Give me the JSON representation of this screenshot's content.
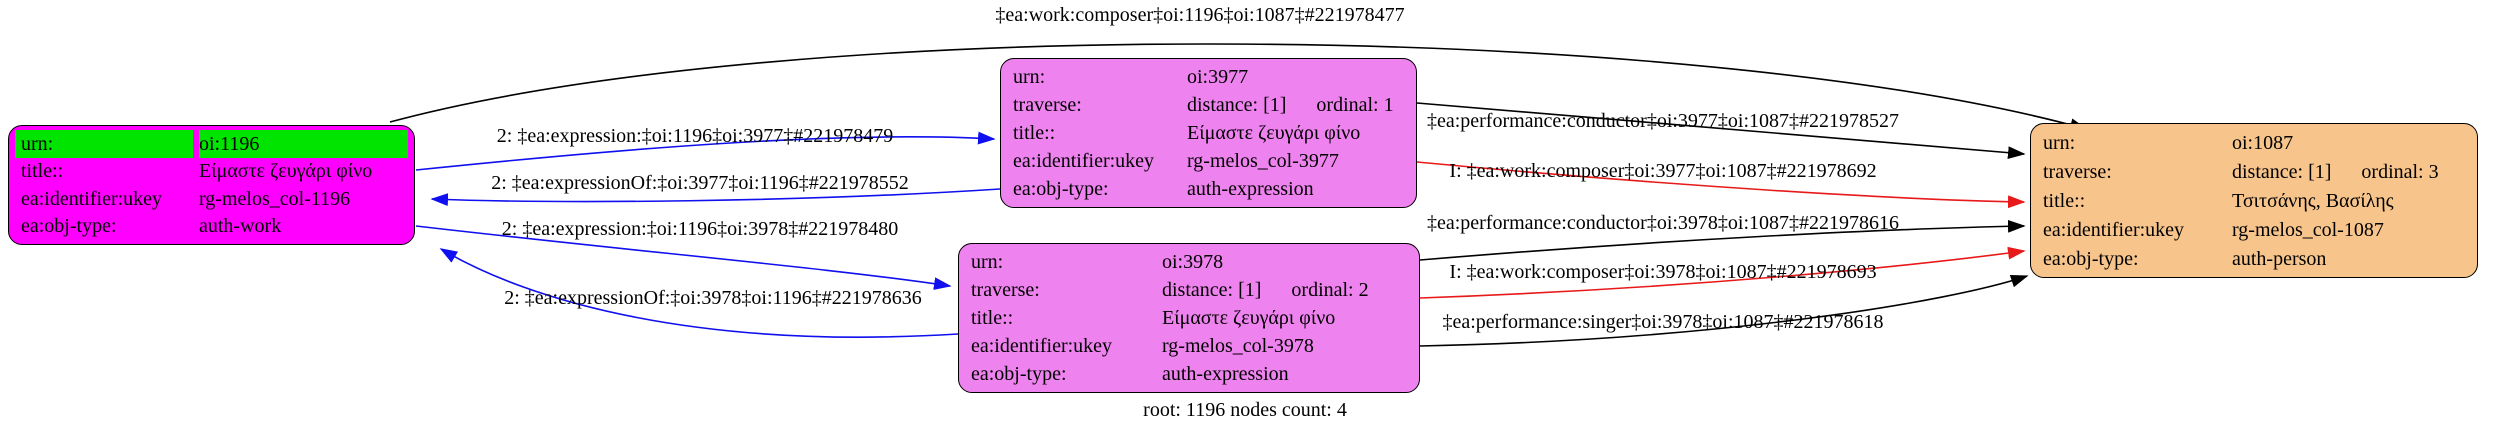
{
  "graph": {
    "footer": "root: 1196 nodes count: 4",
    "colors": {
      "work_node_fill": "#ff00ff",
      "urn_row_highlight": "#00e400",
      "expression_node_fill": "#ee82ee",
      "person_node_fill": "#f7c48c",
      "edge_black": "#000000",
      "edge_blue": "#0f0fef",
      "edge_red": "#e81919"
    }
  },
  "nodes": {
    "work1196": {
      "rows": [
        {
          "label": "urn:",
          "value": "oi:1196"
        },
        {
          "label": "title::",
          "value": "Είμαστε ζευγάρι φίνο"
        },
        {
          "label": "ea:identifier:ukey",
          "value": "rg-melos_col-1196"
        },
        {
          "label": "ea:obj-type:",
          "value": "auth-work"
        }
      ]
    },
    "expr3977": {
      "rows": [
        {
          "label": "urn:",
          "value": "oi:3977"
        },
        {
          "label": "traverse:",
          "value": "distance: [1]      ordinal: 1"
        },
        {
          "label": "title::",
          "value": "Είμαστε ζευγάρι φίνο"
        },
        {
          "label": "ea:identifier:ukey",
          "value": "rg-melos_col-3977"
        },
        {
          "label": "ea:obj-type:",
          "value": "auth-expression"
        }
      ]
    },
    "expr3978": {
      "rows": [
        {
          "label": "urn:",
          "value": "oi:3978"
        },
        {
          "label": "traverse:",
          "value": "distance: [1]      ordinal: 2"
        },
        {
          "label": "title::",
          "value": "Είμαστε ζευγάρι φίνο"
        },
        {
          "label": "ea:identifier:ukey",
          "value": "rg-melos_col-3978"
        },
        {
          "label": "ea:obj-type:",
          "value": "auth-expression"
        }
      ]
    },
    "person1087": {
      "rows": [
        {
          "label": "urn:",
          "value": "oi:1087"
        },
        {
          "label": "traverse:",
          "value": "distance: [1]      ordinal: 3"
        },
        {
          "label": "title::",
          "value": "Τσιτσάνης, Βασίλης"
        },
        {
          "label": "ea:identifier:ukey",
          "value": "rg-melos_col-1087"
        },
        {
          "label": "ea:obj-type:",
          "value": "auth-person"
        }
      ]
    }
  },
  "edges": {
    "composer_1196_1087": {
      "label": "‡ea:work:composer‡oi:1196‡oi:1087‡#221978477",
      "color": "#000000"
    },
    "expression_3977": {
      "label": "2: ‡ea:expression:‡oi:1196‡oi:3977‡#221978479",
      "color": "#0f0fef"
    },
    "expressionOf_3977": {
      "label": "2: ‡ea:expressionOf:‡oi:3977‡oi:1196‡#221978552",
      "color": "#0f0fef"
    },
    "expression_3978": {
      "label": "2: ‡ea:expression:‡oi:1196‡oi:3978‡#221978480",
      "color": "#0f0fef"
    },
    "expressionOf_3978": {
      "label": "2: ‡ea:expressionOf:‡oi:3978‡oi:1196‡#221978636",
      "color": "#0f0fef"
    },
    "conductor_3977_1087": {
      "label": "‡ea:performance:conductor‡oi:3977‡oi:1087‡#221978527",
      "color": "#000000"
    },
    "composer_3977_1087": {
      "label": "I: ‡ea:work:composer‡oi:3977‡oi:1087‡#221978692",
      "color": "#e81919"
    },
    "conductor_3978_1087": {
      "label": "‡ea:performance:conductor‡oi:3978‡oi:1087‡#221978616",
      "color": "#000000"
    },
    "composer_3978_1087": {
      "label": "I: ‡ea:work:composer‡oi:3978‡oi:1087‡#221978693",
      "color": "#e81919"
    },
    "singer_3978_1087": {
      "label": "‡ea:performance:singer‡oi:3978‡oi:1087‡#221978618",
      "color": "#000000"
    }
  }
}
